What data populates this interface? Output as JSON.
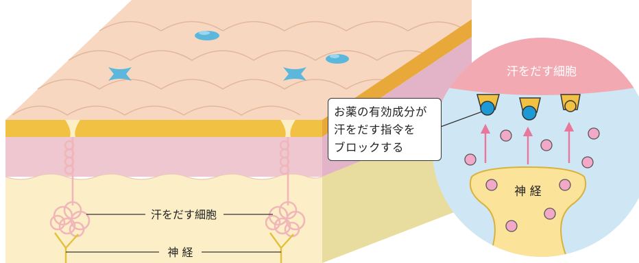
{
  "labels": {
    "sweat_cell_left": "汗をだす細胞",
    "nerve_left": "神 経",
    "sweat_cell_zoom": "汗をだす細胞",
    "nerve_zoom": "神 経"
  },
  "callout": {
    "lines": [
      "お薬の有効成分が",
      "汗をだす指令を",
      "ブロックする"
    ]
  },
  "colors": {
    "skin_surface": "#f8d7c0",
    "skin_outline": "#e3b79c",
    "epidermis_band": "#f1c143",
    "dermis": "#efc7d1",
    "subcutis": "#fcefc7",
    "side_face_orange": "#e8a93a",
    "side_face_pink": "#e3b4c8",
    "side_face_cream": "#e8dc9e",
    "sweat_drop": "#5bb8dc",
    "zoom_bg": "#cfe7f4",
    "zoom_cell": "#f2a9b2",
    "receptor_blue": "#1d9ad6",
    "transmitter_pink": "#f2a9c8",
    "arrow_pink": "#e8779c",
    "nerve_fill": "#fbe39a",
    "nerve_outline": "#d9b13b",
    "gland_coil": "#f0b6b9",
    "nerve_line": "#e2c03a"
  },
  "icons": [
    "sweat-drop-icon",
    "sweat-pore-icon",
    "sweat-gland-icon",
    "nerve-fiber-icon"
  ]
}
